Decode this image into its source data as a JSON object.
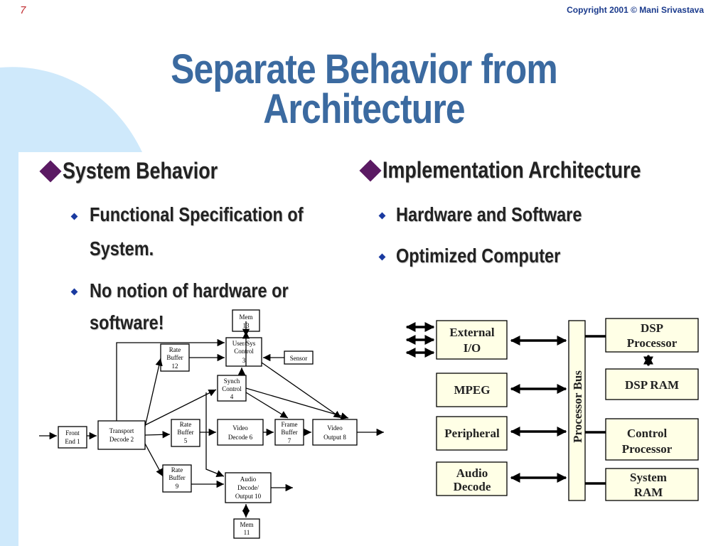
{
  "slide_number": "7",
  "copyright": "Copyright 2001 © Mani Srivastava",
  "title_line1": "Separate Behavior from",
  "title_line2": "Architecture",
  "left": {
    "heading": "System Behavior",
    "bullet1_line1": "Functional Specification of",
    "bullet1_line2": "System.",
    "bullet2_line1": "No notion of hardware or",
    "bullet2_line2": "software!"
  },
  "right": {
    "heading": "Implementation Architecture",
    "bullet1": "Hardware and Software",
    "bullet2": "Optimized Computer"
  },
  "behavior_diagram": {
    "mem13_a": "Mem",
    "mem13_b": "13",
    "usersys_a": "User/Sys",
    "usersys_b": "Control",
    "usersys_c": "3",
    "sensor": "Sensor",
    "ratebuf12_a": "Rate",
    "ratebuf12_b": "Buffer",
    "ratebuf12_c": "12",
    "synch_a": "Synch",
    "synch_b": "Control",
    "synch_c": "4",
    "frontend_a": "Front",
    "frontend_b": "End 1",
    "transport_a": "Transport",
    "transport_b": "Decode 2",
    "ratebuf5_a": "Rate",
    "ratebuf5_b": "Buffer",
    "ratebuf5_c": "5",
    "videodec_a": "Video",
    "videodec_b": "Decode 6",
    "framebuf_a": "Frame",
    "framebuf_b": "Buffer",
    "framebuf_c": "7",
    "videoout_a": "Video",
    "videoout_b": "Output 8",
    "ratebuf9_a": "Rate",
    "ratebuf9_b": "Buffer",
    "ratebuf9_c": "9",
    "audiodec_a": "Audio",
    "audiodec_b": "Decode/",
    "audiodec_c": "Output 10",
    "mem11_a": "Mem",
    "mem11_b": "11"
  },
  "arch_diagram": {
    "extio_a": "External",
    "extio_b": "I/O",
    "mpeg": "MPEG",
    "peripheral": "Peripheral",
    "audio_a": "Audio",
    "audio_b": "Decode",
    "bus": "Processor Bus",
    "dsp_a": "DSP",
    "dsp_b": "Processor",
    "dspram": "DSP RAM",
    "ctrl_a": "Control",
    "ctrl_b": "Processor",
    "sysram_a": "System",
    "sysram_b": "RAM"
  }
}
